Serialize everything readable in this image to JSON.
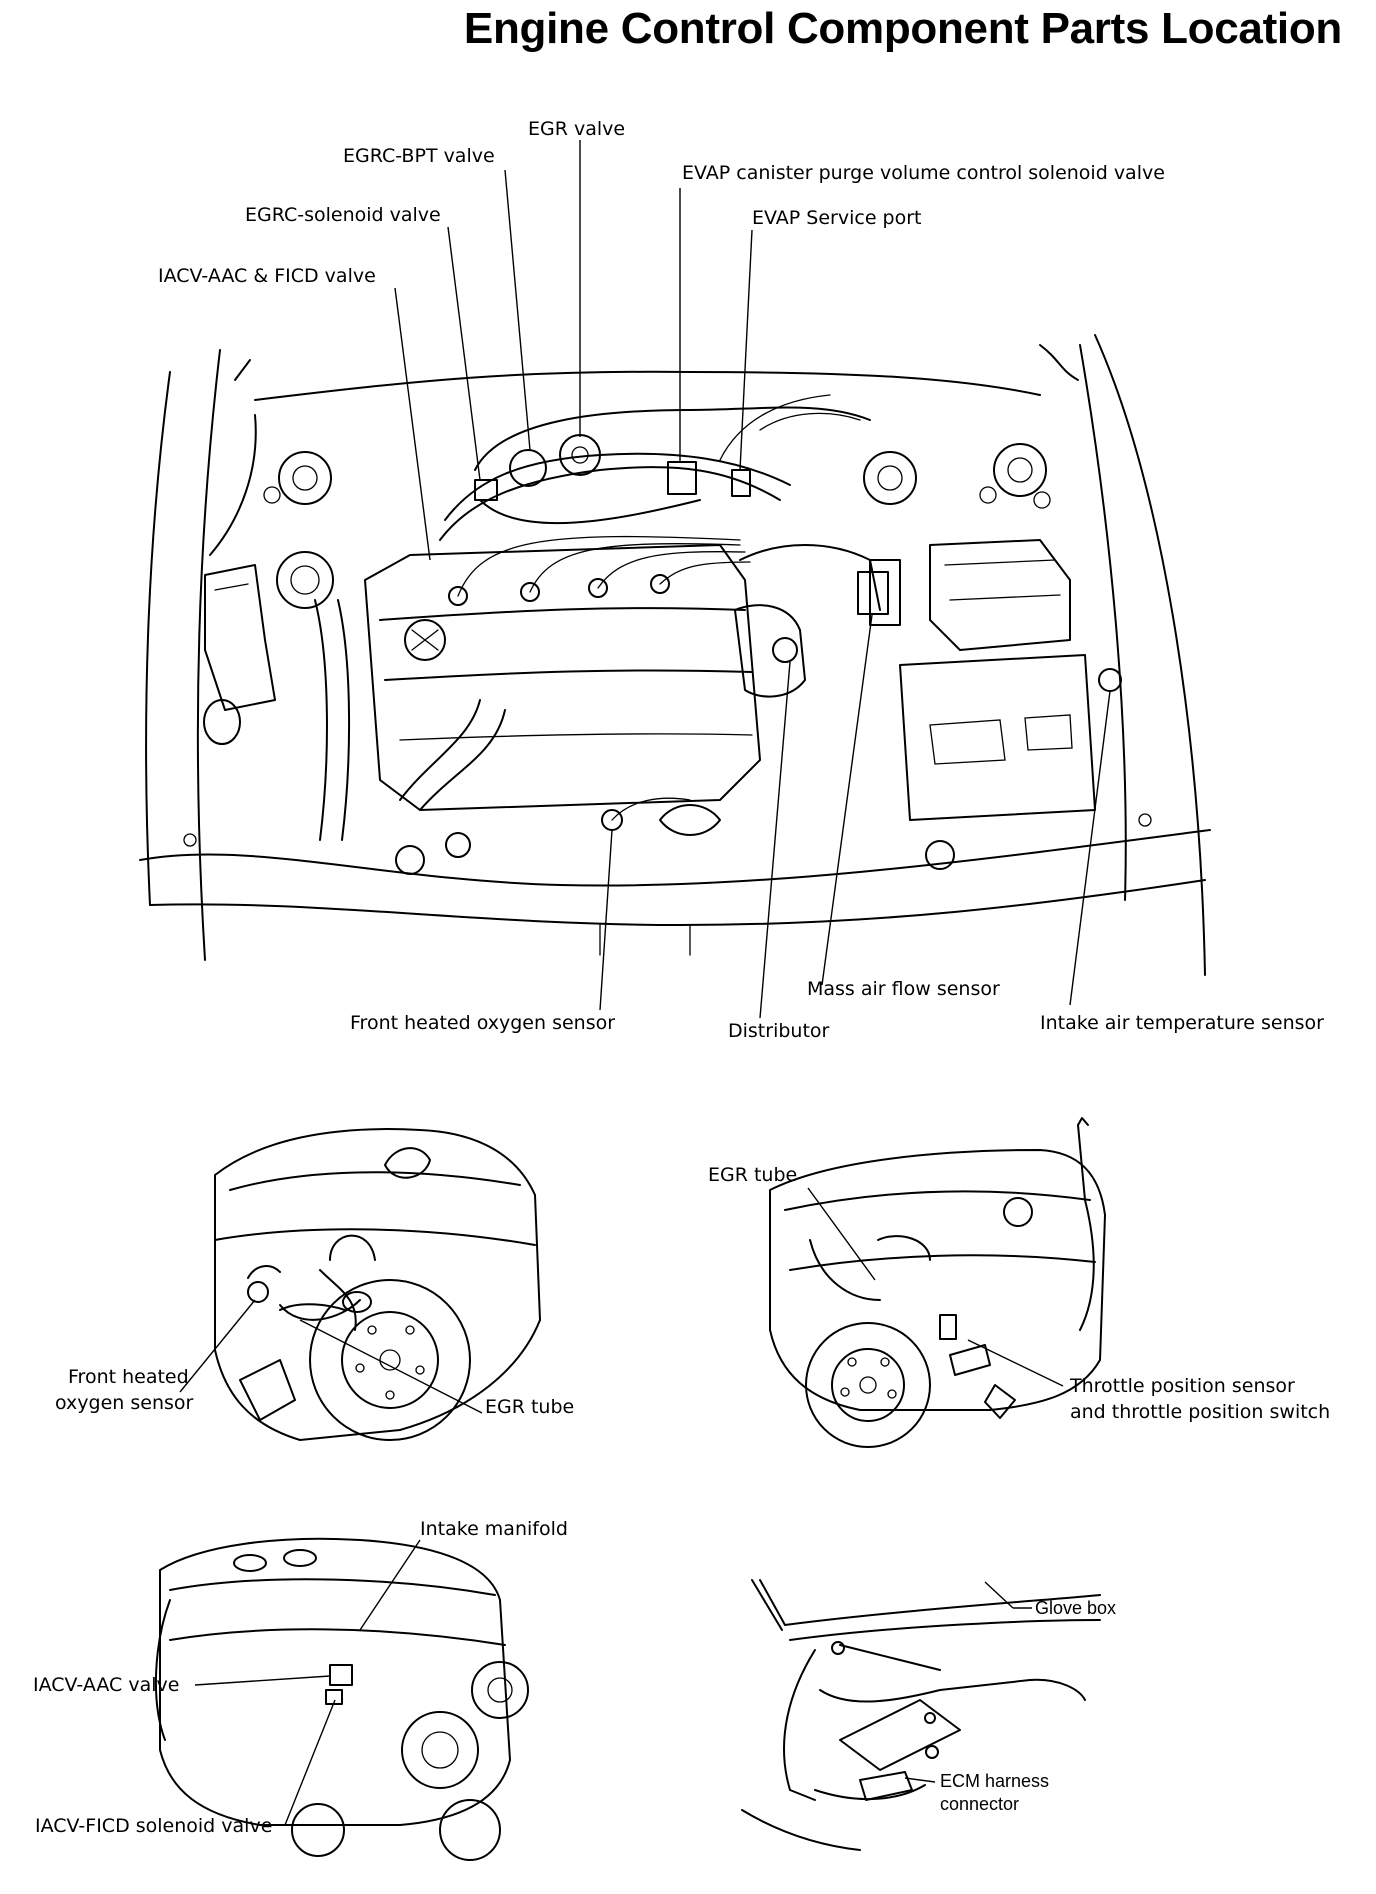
{
  "title": "Engine Control Component Parts Location",
  "top_view": {
    "labels": {
      "egr_valve": "EGR valve",
      "egrc_bpt_valve": "EGRC-BPT valve",
      "evap_purge_valve": "EVAP canister purge volume control solenoid valve",
      "egrc_solenoid_valve": "EGRC-solenoid valve",
      "evap_service_port": "EVAP Service port",
      "iacv_aac_ficd_valve": "IACV-AAC & FICD valve",
      "mass_air_flow_sensor": "Mass air flow sensor",
      "front_heated_oxygen_sensor": "Front heated oxygen sensor",
      "distributor": "Distributor",
      "intake_air_temperature_sensor": "Intake air temperature sensor"
    }
  },
  "front_left_view": {
    "labels": {
      "front_heated_oxygen_sensor_line1": "Front heated",
      "front_heated_oxygen_sensor_line2": "oxygen sensor",
      "egr_tube": "EGR tube"
    }
  },
  "front_right_view": {
    "labels": {
      "egr_tube": "EGR tube",
      "throttle_position_line1": "Throttle position sensor",
      "throttle_position_line2": "and throttle position switch"
    }
  },
  "lower_left_view": {
    "labels": {
      "intake_manifold": "Intake manifold",
      "iacv_aac_valve": "IACV-AAC valve",
      "iacv_ficd_solenoid_valve": "IACV-FICD solenoid valve"
    }
  },
  "lower_right_view": {
    "labels": {
      "glove_box": "Glove box",
      "ecm_harness_line1": "ECM harness",
      "ecm_harness_line2": "connector"
    }
  }
}
